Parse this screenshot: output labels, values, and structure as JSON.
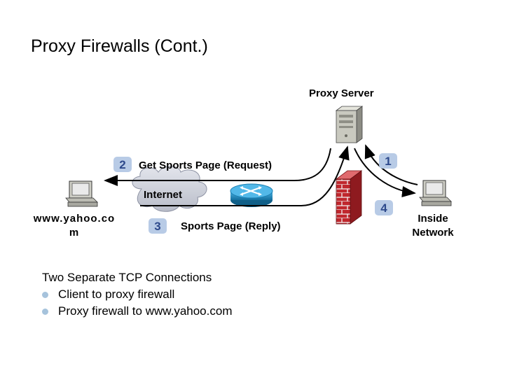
{
  "title": "Proxy Firewalls (Cont.)",
  "labels": {
    "proxy_server": "Proxy Server",
    "internet": "Internet",
    "request": "Get Sports Page (Request)",
    "reply": "Sports Page (Reply)",
    "yahoo_line1": "www.yahoo.co",
    "yahoo_line2": "m",
    "inside_line1": "Inside",
    "inside_line2": "Network"
  },
  "steps": [
    "1",
    "2",
    "3",
    "4"
  ],
  "bullets": {
    "heading": "Two Separate TCP Connections",
    "items": [
      "Client to proxy firewall",
      "Proxy firewall to www.yahoo.com"
    ]
  },
  "colors": {
    "badge_fill": "#b8cbe6",
    "badge_text": "#2e4a8c",
    "cloud": "#c9ccd6",
    "router": "#1f8fc8",
    "firewall": "#c0272d"
  }
}
